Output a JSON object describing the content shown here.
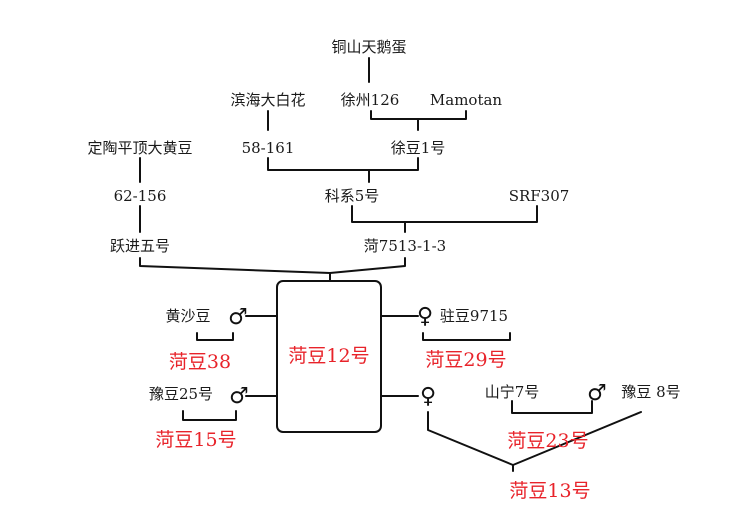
{
  "nodes": {
    "tongshan": "铜山天鹅蛋",
    "binhai": "滨海大白花",
    "xuzhou126": "徐州126",
    "mamotan": "Mamotan",
    "dingtao": "定陶平顶大黄豆",
    "n58_161": "58-161",
    "xudou1": "徐豆1号",
    "n62_156": "62-156",
    "kexi5": "科系5号",
    "srf307": "SRF307",
    "yuejin5": "跃进五号",
    "he7513": "菏7513-1-3",
    "huangshadou": "黄沙豆",
    "zhudou9715": "驻豆9715",
    "yudou25": "豫豆25号",
    "shanning7": "山宁7号",
    "yudou8": "豫豆 8号"
  },
  "cultivars": {
    "hedou12": "菏豆12号",
    "hedou38": "菏豆38",
    "hedou29": "菏豆29号",
    "hedou15": "菏豆15号",
    "hedou23": "菏豆23号",
    "hedou13": "菏豆13号"
  },
  "symbols": {
    "male": "♂",
    "female": "♀"
  },
  "colors": {
    "cultivar": "#e8232a",
    "text": "#1a1a1a"
  }
}
